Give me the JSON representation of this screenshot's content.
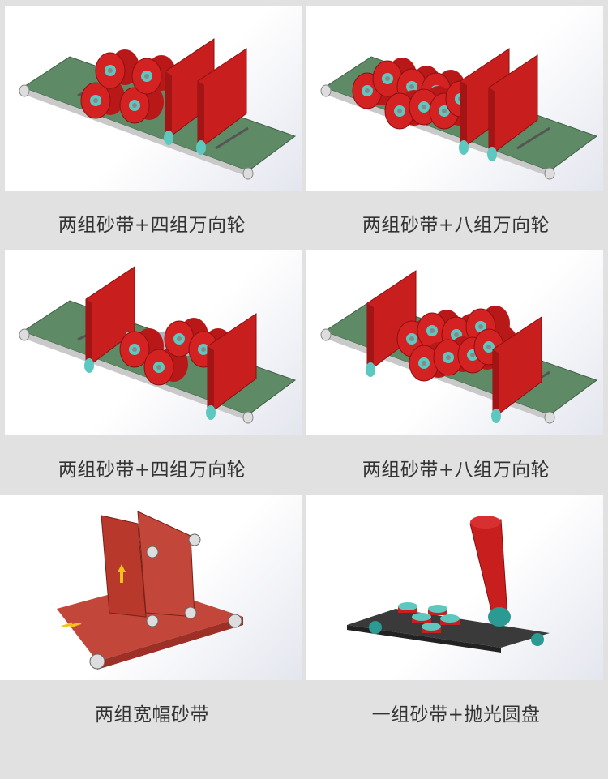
{
  "items": [
    {
      "caption": "两组砂带+四组万向轮"
    },
    {
      "caption": "两组砂带+八组万向轮"
    },
    {
      "caption": "两组砂带+四组万向轮"
    },
    {
      "caption": "两组砂带+八组万向轮"
    },
    {
      "caption": "两组宽幅砂带"
    },
    {
      "caption": "一组砂带+抛光圆盘"
    }
  ],
  "colors": {
    "belt": "#5e8a66",
    "sander": "#c81e1e",
    "accent": "#5cc8c0",
    "background": "#e1e1e1"
  }
}
